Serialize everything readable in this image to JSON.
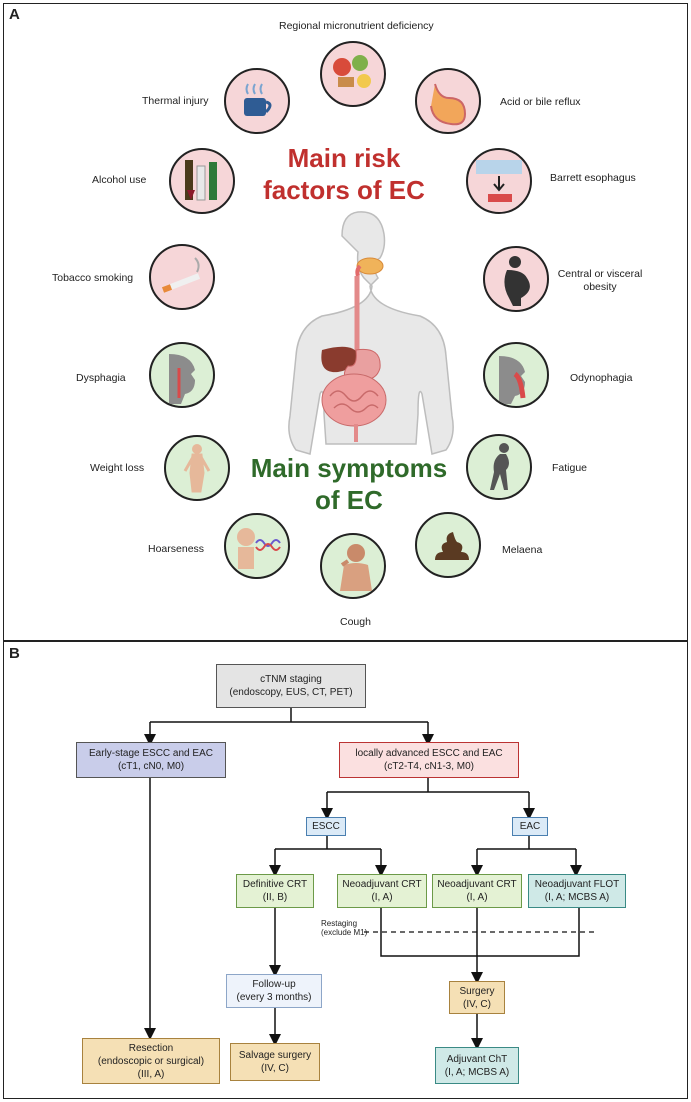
{
  "panel_a": {
    "label": "A",
    "risk_title_line1": "Main  risk",
    "risk_title_line2": "factors of EC",
    "symptom_title_line1": "Main symptoms",
    "symptom_title_line2": "of EC",
    "risk_factors": [
      "Regional micronutrient deficiency",
      "Acid or bile reflux",
      "Barrett esophagus",
      "Central or visceral obesity",
      "Thermal injury",
      "Alcohol use",
      "Tobacco smoking"
    ],
    "symptoms": [
      "Dysphagia",
      "Weight loss",
      "Hoarseness",
      "Cough",
      "Melaena",
      "Fatigue",
      "Odynophagia"
    ],
    "colors": {
      "risk_title": "#c0302e",
      "symptom_title": "#2f6a2a",
      "risk_circle": "#f6d6d8",
      "symptom_circle": "#dcefd5"
    }
  },
  "panel_b": {
    "label": "B",
    "staging_l1": "cTNM staging",
    "staging_l2": "(endoscopy, EUS, CT, PET)",
    "early_l1": "Early-stage ESCC and EAC",
    "early_l2": "(cT1, cN0, M0)",
    "adv_l1": "locally advanced ESCC and EAC",
    "adv_l2": "(cT2-T4, cN1-3, M0)",
    "escc": "ESCC",
    "eac": "EAC",
    "def_crt_l1": "Definitive CRT",
    "def_crt_l2": "(II, B)",
    "neo_crt1_l1": "Neoadjuvant CRT",
    "neo_crt1_l2": "(I,  A)",
    "neo_crt2_l1": "Neoadjuvant CRT",
    "neo_crt2_l2": "(I, A)",
    "neo_flot_l1": "Neoadjuvant FLOT",
    "neo_flot_l2": "(I, A; MCBS A)",
    "restaging_l1": "Restaging",
    "restaging_l2": "(exclude M1)",
    "followup_l1": "Follow-up",
    "followup_l2": "(every 3 months)",
    "surgery_l1": "Surgery",
    "surgery_l2": "(IV, C)",
    "resection_l1": "Resection",
    "resection_l2": "(endoscopic or surgical)",
    "resection_l3": "(III, A)",
    "salvage_l1": "Salvage surgery",
    "salvage_l2": "(IV, C)",
    "adjuvant_l1": "Adjuvant ChT",
    "adjuvant_l2": "(I, A; MCBS A)"
  }
}
